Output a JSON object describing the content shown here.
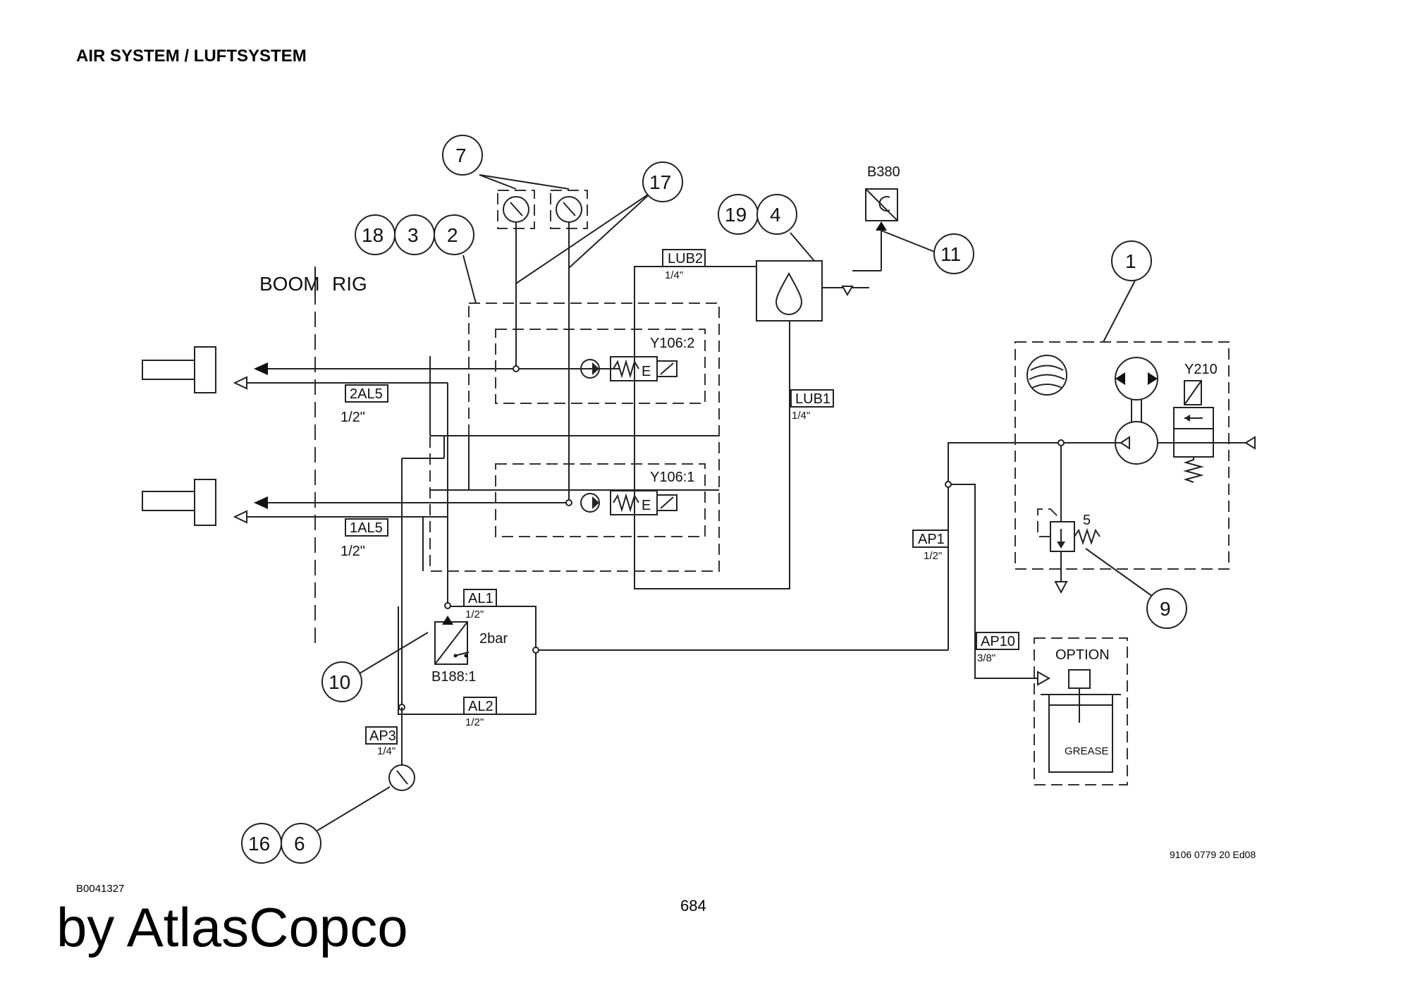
{
  "header": {
    "title": "AIR SYSTEM / LUFTSYSTEM",
    "ref_code": "B0041327",
    "brand": "by AtlasCopco",
    "page_number": "684",
    "drawing_number": "9106 0779 20 Ed08"
  },
  "diagram": {
    "zone_labels": {
      "left": "BOOM",
      "right": "RIG"
    },
    "balloons": {
      "b1": "1",
      "b2": "2",
      "b3": "3",
      "b4": "4",
      "b6": "6",
      "b7": "7",
      "b9": "9",
      "b10": "10",
      "b11": "11",
      "b16": "16",
      "b17": "17",
      "b18": "18",
      "b19": "19"
    },
    "components": {
      "valve_top": "Y106:2",
      "valve_bottom": "Y106:1",
      "valve_compressor": "Y210",
      "sensor_level": "B380",
      "pressure_switch": "B188:1",
      "pressure_setting": "2bar",
      "relief_valve": "5",
      "option_label": "OPTION",
      "grease_label": "GREASE"
    },
    "lines": {
      "lub2": {
        "tag": "LUB2",
        "size": "1/4\""
      },
      "lub1": {
        "tag": "LUB1",
        "size": "1/4\""
      },
      "al5_2": {
        "tag": "2AL5",
        "size": "1/2\""
      },
      "al5_1": {
        "tag": "1AL5",
        "size": "1/2\""
      },
      "al1": {
        "tag": "AL1",
        "size": "1/2\""
      },
      "al2": {
        "tag": "AL2",
        "size": "1/2\""
      },
      "ap1": {
        "tag": "AP1",
        "size": "1/2\""
      },
      "ap3": {
        "tag": "AP3",
        "size": "1/4\""
      },
      "ap10": {
        "tag": "AP10",
        "size": "3/8\""
      }
    }
  }
}
